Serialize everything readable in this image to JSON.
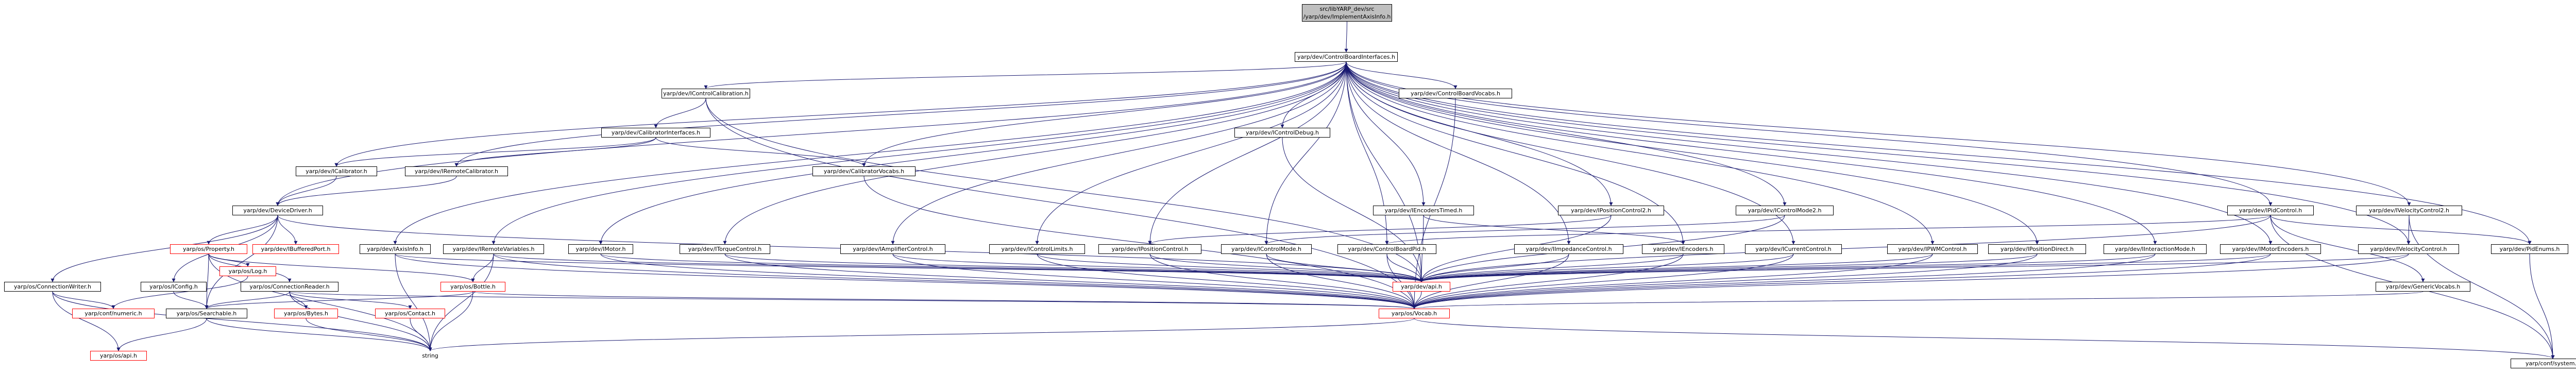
{
  "graph": {
    "root": {
      "line1": "src/libYARP_dev/src",
      "line2": "/yarp/dev/ImplementAxisInfo.h"
    },
    "nodes": {
      "cbi": "yarp/dev/ControlBoardInterfaces.h",
      "icc": "yarp/dev/IControlCalibration.h",
      "icbv": "yarp/dev/ControlBoardVocabs.h",
      "calif": "yarp/dev/CalibratorInterfaces.h",
      "icd": "yarp/dev/IControlDebug.h",
      "iet": "yarp/dev/IEncodersTimed.h",
      "ipc2": "yarp/dev/IPositionControl2.h",
      "icm2": "yarp/dev/IControlMode2.h",
      "ipid": "yarp/dev/IPidControl.h",
      "ivc2": "yarp/dev/IVelocityControl2.h",
      "ical": "yarp/dev/ICalibrator.h",
      "irc": "yarp/dev/IRemoteCalibrator.h",
      "calv": "yarp/dev/CalibratorVocabs.h",
      "dd": "yarp/dev/DeviceDriver.h",
      "prop": "yarp/os/Property.h",
      "ibp": "yarp/dev/IBufferedPort.h",
      "iai": "yarp/dev/IAxisInfo.h",
      "irv": "yarp/dev/IRemoteVariables.h",
      "imot": "yarp/dev/IMotor.h",
      "itc": "yarp/dev/ITorqueControl.h",
      "iac": "yarp/dev/IAmplifierControl.h",
      "icl": "yarp/dev/IControlLimits.h",
      "ipos": "yarp/dev/IPositionControl.h",
      "icm": "yarp/dev/IControlMode.h",
      "icbp": "yarp/dev/ControlBoardPid.h",
      "iimp": "yarp/dev/IImpedanceControl.h",
      "ienc": "yarp/dev/IEncoders.h",
      "icur": "yarp/dev/ICurrentControl.h",
      "ipwm": "yarp/dev/IPWMControl.h",
      "ipd": "yarp/dev/IPositionDirect.h",
      "iim": "yarp/dev/IInteractionMode.h",
      "imenc": "yarp/dev/IMotorEncoders.h",
      "ivc": "yarp/dev/IVelocityControl.h",
      "pide": "yarp/dev/PidEnums.h",
      "gv": "yarp/dev/GenericVocabs.h",
      "cw": "yarp/os/ConnectionWriter.h",
      "cfg": "yarp/os/IConfig.h",
      "log": "yarp/os/Log.h",
      "cr": "yarp/os/ConnectionReader.h",
      "bottle": "yarp/os/Bottle.h",
      "api": "yarp/dev/api.h",
      "numeric": "yarp/conf/numeric.h",
      "search": "yarp/os/Searchable.h",
      "bytes": "yarp/os/Bytes.h",
      "contact": "yarp/os/Contact.h",
      "vocab": "yarp/os/Vocab.h",
      "osapi": "yarp/os/api.h",
      "string": "string",
      "system": "yarp/conf/system.h"
    }
  },
  "colors": {
    "edge": "#191970",
    "missing_border": "#ff0000",
    "root_fill": "#bfbfbf"
  }
}
